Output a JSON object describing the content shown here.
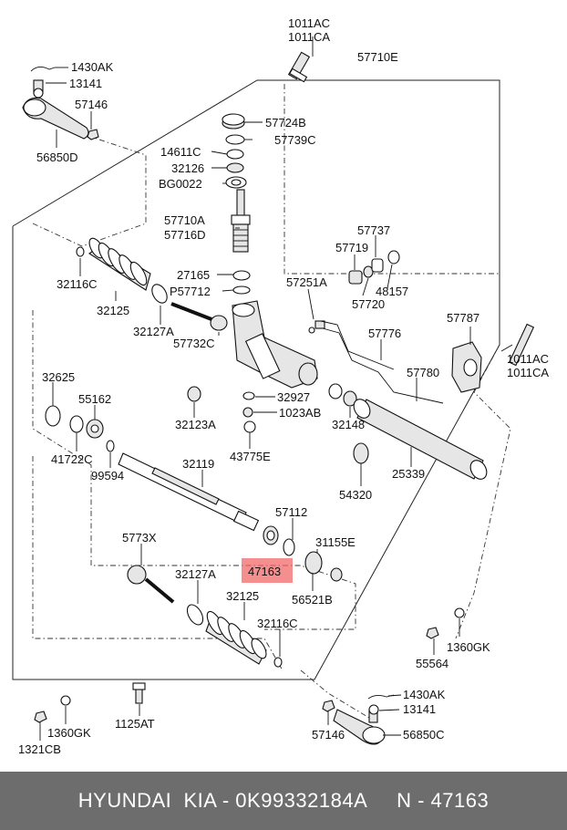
{
  "labels": {
    "l1011AC_top": "1011AC",
    "l1011CA_top": "1011CA",
    "l57710E": "57710E",
    "l1430AK_top": "1430AK",
    "l13141_top": "13141",
    "l57146_top": "57146",
    "l56850D": "56850D",
    "l57724B": "57724B",
    "l57739C": "57739C",
    "l14611C": "14611C",
    "l32126": "32126",
    "lBG0022": "BG0022",
    "l57710A": "57710A",
    "l57716D": "57716D",
    "l57737": "57737",
    "l57719": "57719",
    "l48157": "48157",
    "l57720": "57720",
    "l32116C_top": "32116C",
    "l32125_top": "32125",
    "l27165": "27165",
    "lP57712": "P57712",
    "l57251A": "57251A",
    "l57787": "57787",
    "l32127A_top": "32127A",
    "l57732C": "57732C",
    "l57776": "57776",
    "l1011AC_right": "1011AC",
    "l1011CA_right": "1011CA",
    "l32625": "32625",
    "l55162": "55162",
    "l32123A": "32123A",
    "l32927": "32927",
    "l1023AB": "1023AB",
    "l32148": "32148",
    "l57780": "57780",
    "l41722C": "41722C",
    "l99594": "99594",
    "l43775E": "43775E",
    "l25339": "25339",
    "l32119": "32119",
    "l54320": "54320",
    "l57112": "57112",
    "l5773X": "5773X",
    "l31155E": "31155E",
    "l47163": "47163",
    "l32127A_bot": "32127A",
    "l56521B": "56521B",
    "l32125_bot": "32125",
    "l32116C_bot": "32116C",
    "l55564": "55564",
    "l1360GK_right": "1360GK",
    "l1430AK_bot": "1430AK",
    "l13141_bot": "13141",
    "l1360GK_left": "1360GK",
    "l1125AT": "1125AT",
    "l57146_bot": "57146",
    "l56850C": "56850C",
    "l1321CB": "1321CB"
  },
  "highlight": {
    "part_number": "47163",
    "color": "#f26a6a"
  },
  "footer": {
    "text": "HYUNDAI  KIA - 0K99332184A     N - 47163",
    "background": "#6d6d6d",
    "color": "#ffffff"
  }
}
